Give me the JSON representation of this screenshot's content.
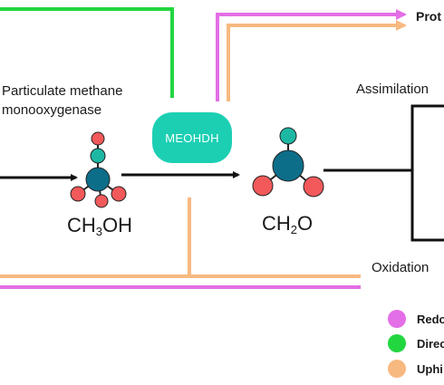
{
  "enzyme_label": [
    "Particulate methane",
    "monooxygenase"
  ],
  "right_labels": {
    "protein": "Prot",
    "assimilation": "Assimilation",
    "oxidation": "Oxidation"
  },
  "molecules": {
    "methanol": {
      "formula_main": "CH",
      "formula_sub": "3",
      "formula_tail": "OH"
    },
    "formaldehyde": {
      "formula_main": "CH",
      "formula_sub": "2",
      "formula_tail": "O"
    }
  },
  "enzyme_box": {
    "label": "MEOHDH",
    "color": "#1ccfb3"
  },
  "legend": [
    {
      "label": "Redo",
      "color": "#e36ee6"
    },
    {
      "label": "Direc",
      "color": "#22d640"
    },
    {
      "label": "Uphi",
      "color": "#f8b980"
    }
  ],
  "colors": {
    "redox_line": "#e36ee6",
    "direct_line": "#22d640",
    "uphill_line": "#f8b980",
    "carbon_atom": "#0d6e8a",
    "hydrogen_atom": "#1db8a4",
    "oxygen_atom": "#f2595a"
  }
}
